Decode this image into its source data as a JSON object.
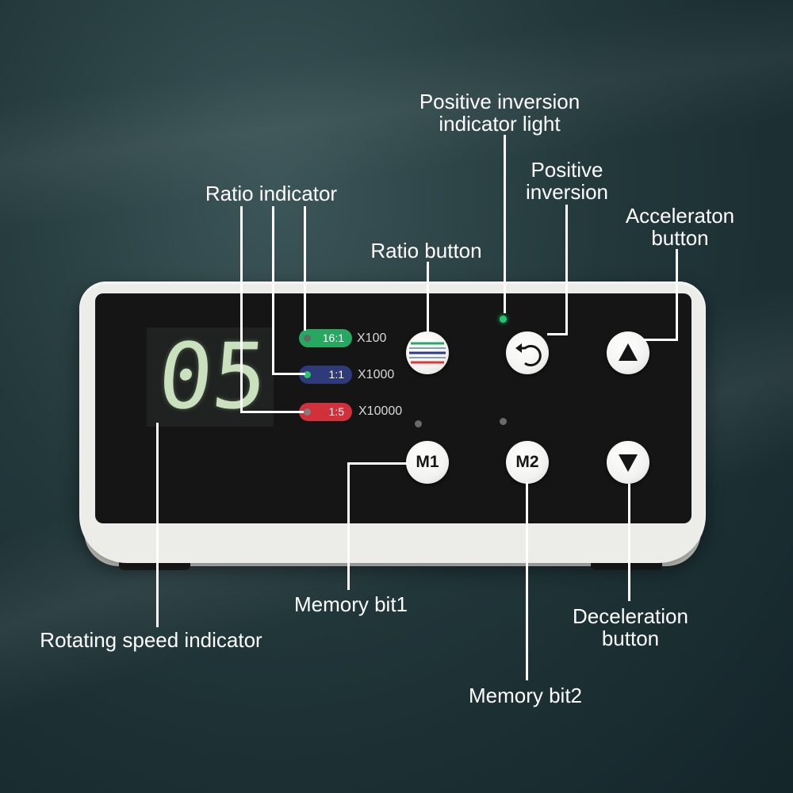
{
  "display": {
    "digit1": "0",
    "digit2": "5"
  },
  "ratios": [
    {
      "label": "16:1",
      "multiplier": "X100",
      "color": "#27a860",
      "dot": "#5f6b66"
    },
    {
      "label": "1:1",
      "multiplier": "X1000",
      "color": "#2f3a7a",
      "dot": "#2cc76a"
    },
    {
      "label": "1:5",
      "multiplier": "X10000",
      "color": "#d2303a",
      "dot": "#8a7a7a"
    }
  ],
  "buttons": {
    "ratio_icon": "striped-lines-icon",
    "inversion_icon": "rotate-arrow-icon",
    "up_icon": "up-triangle-icon",
    "down_icon": "down-triangle-icon",
    "m1": "M1",
    "m2": "M2"
  },
  "colors": {
    "led_active": "#1fc76a",
    "led_idle": "#6a6a6a",
    "stripe_green": "#2aa86a",
    "stripe_blue": "#2b3a8a",
    "stripe_red": "#d83a3a"
  },
  "callouts": {
    "positive_inversion_indicator": [
      "Positive inversion",
      "indicator light"
    ],
    "positive_inversion": [
      "Positive",
      "inversion"
    ],
    "ratio_indicator": "Ratio indicator",
    "ratio_button": "Ratio button",
    "acceleration_button": [
      "Acceleraton",
      "button"
    ],
    "memory_bit1": "Memory bit1",
    "rotating_speed_indicator": "Rotating speed indicator",
    "deceleration_button": [
      "Deceleration",
      "button"
    ],
    "memory_bit2": "Memory bit2"
  }
}
